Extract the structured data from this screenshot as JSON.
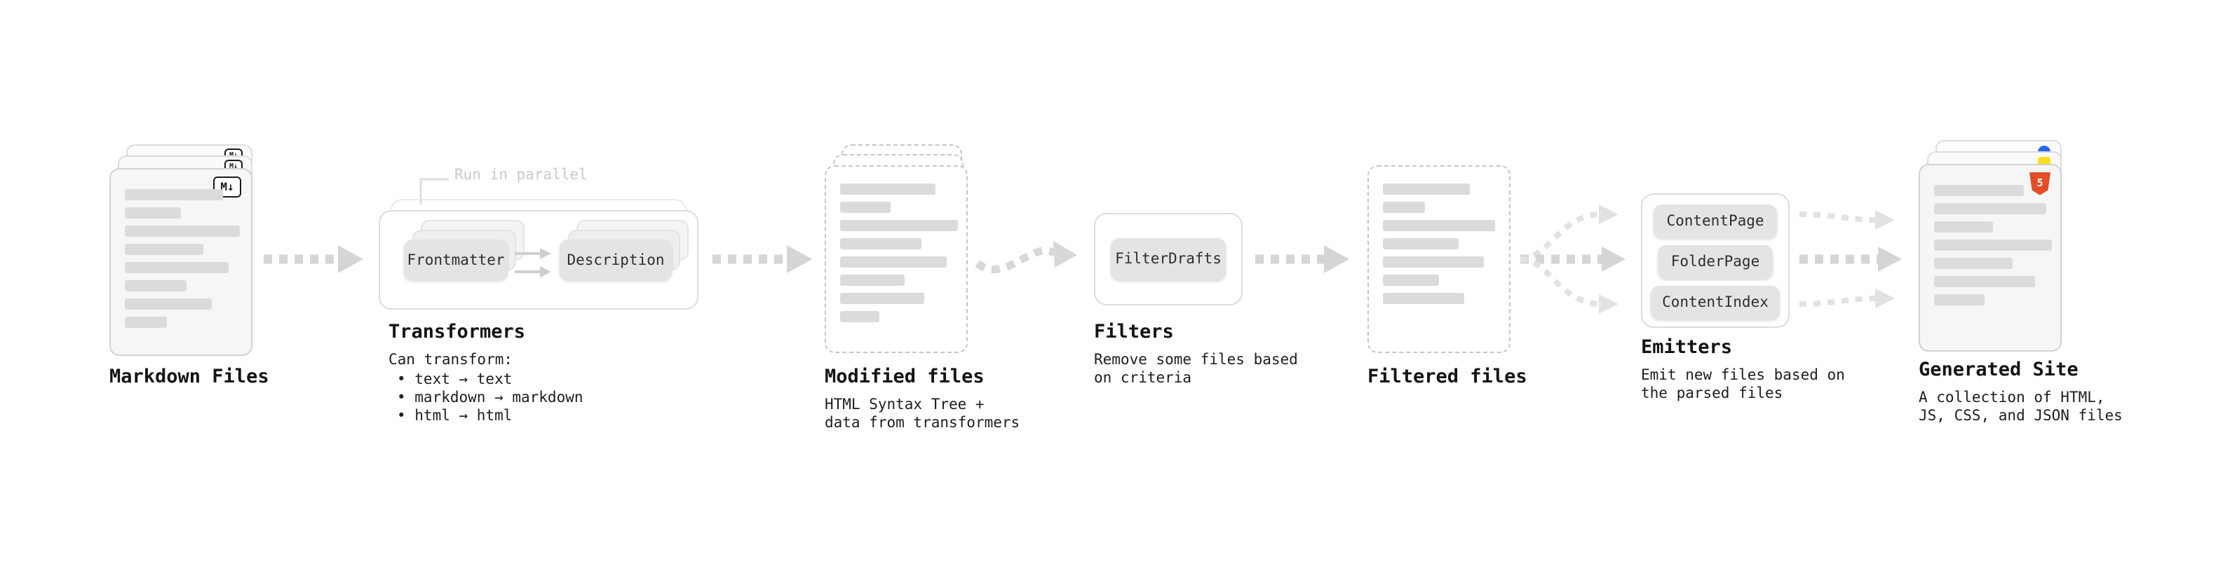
{
  "stages": {
    "markdown_files": {
      "title": "Markdown Files"
    },
    "transformers": {
      "title": "Transformers",
      "parallel_label": "Run in parallel",
      "badges": [
        "Frontmatter",
        "Description"
      ],
      "caption_heading": "Can transform:",
      "bullets": [
        "• text → text",
        "• markdown → markdown",
        "• html → html"
      ]
    },
    "modified_files": {
      "title": "Modified files",
      "caption": "HTML Syntax Tree +\ndata from transformers"
    },
    "filters": {
      "title": "Filters",
      "badges": [
        "FilterDrafts"
      ],
      "caption": "Remove some files based\non criteria"
    },
    "filtered_files": {
      "title": "Filtered files"
    },
    "emitters": {
      "title": "Emitters",
      "badges": [
        "ContentPage",
        "FolderPage",
        "ContentIndex"
      ],
      "caption": "Emit new files based on\nthe parsed files"
    },
    "generated_site": {
      "title": "Generated Site",
      "caption": "A collection of HTML,\nJS, CSS, and JSON files"
    }
  },
  "icons": {
    "markdown_glyph": "M↓",
    "html5_glyph": "5"
  },
  "colors": {
    "arrow": "#d5d5d5",
    "arrow_light": "#e2e2e2",
    "badge_bg": "#e4e4e4",
    "html5_orange": "#e44d26",
    "css_blue": "#2965f1",
    "js_yellow": "#f7df1e"
  }
}
